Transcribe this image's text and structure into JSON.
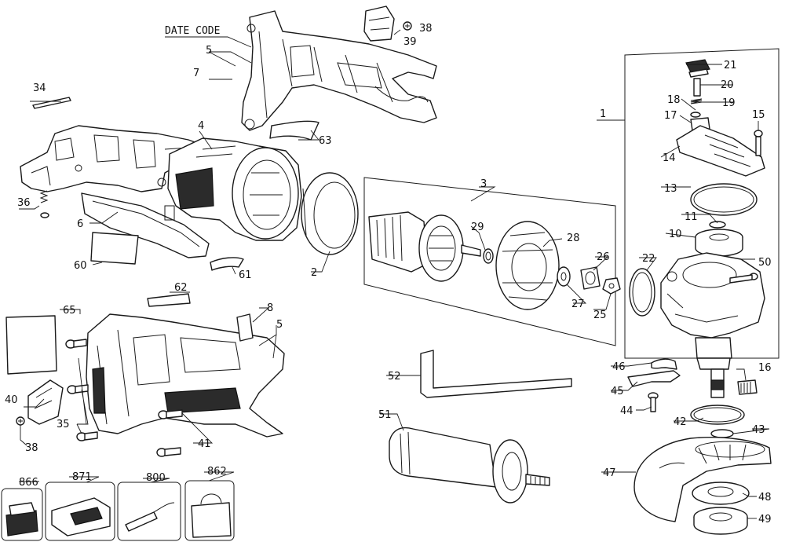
{
  "date_code_label": "DATE CODE",
  "part_numbers": [
    "1",
    "2",
    "3",
    "4",
    "5",
    "6",
    "7",
    "8",
    "10",
    "11",
    "13",
    "14",
    "15",
    "16",
    "17",
    "18",
    "19",
    "20",
    "21",
    "22",
    "25",
    "26",
    "27",
    "28",
    "29",
    "34",
    "35",
    "36",
    "38",
    "39",
    "40",
    "41",
    "42",
    "43",
    "44",
    "45",
    "46",
    "47",
    "48",
    "49",
    "50",
    "51",
    "52",
    "60",
    "61",
    "62",
    "63",
    "65",
    "800",
    "862",
    "866",
    "871"
  ],
  "parts": {
    "p1": "1",
    "p2": "2",
    "p3": "3",
    "p4": "4",
    "p5a": "5",
    "p5b": "5",
    "p6": "6",
    "p7": "7",
    "p8": "8",
    "p10": "10",
    "p11": "11",
    "p13": "13",
    "p14": "14",
    "p15": "15",
    "p16": "16",
    "p17": "17",
    "p18": "18",
    "p19": "19",
    "p20": "20",
    "p21": "21",
    "p22": "22",
    "p25": "25",
    "p26": "26",
    "p27": "27",
    "p28": "28",
    "p29": "29",
    "p34": "34",
    "p35": "35",
    "p36": "36",
    "p38a": "38",
    "p38b": "38",
    "p39": "39",
    "p40": "40",
    "p41": "41",
    "p42": "42",
    "p43": "43",
    "p44": "44",
    "p45": "45",
    "p46": "46",
    "p47": "47",
    "p48": "48",
    "p49": "49",
    "p50": "50",
    "p51": "51",
    "p52": "52",
    "p60": "60",
    "p61": "61",
    "p62": "62",
    "p63": "63",
    "p65": "65",
    "p800": "800",
    "p862": "862",
    "p866": "866",
    "p871": "871"
  }
}
